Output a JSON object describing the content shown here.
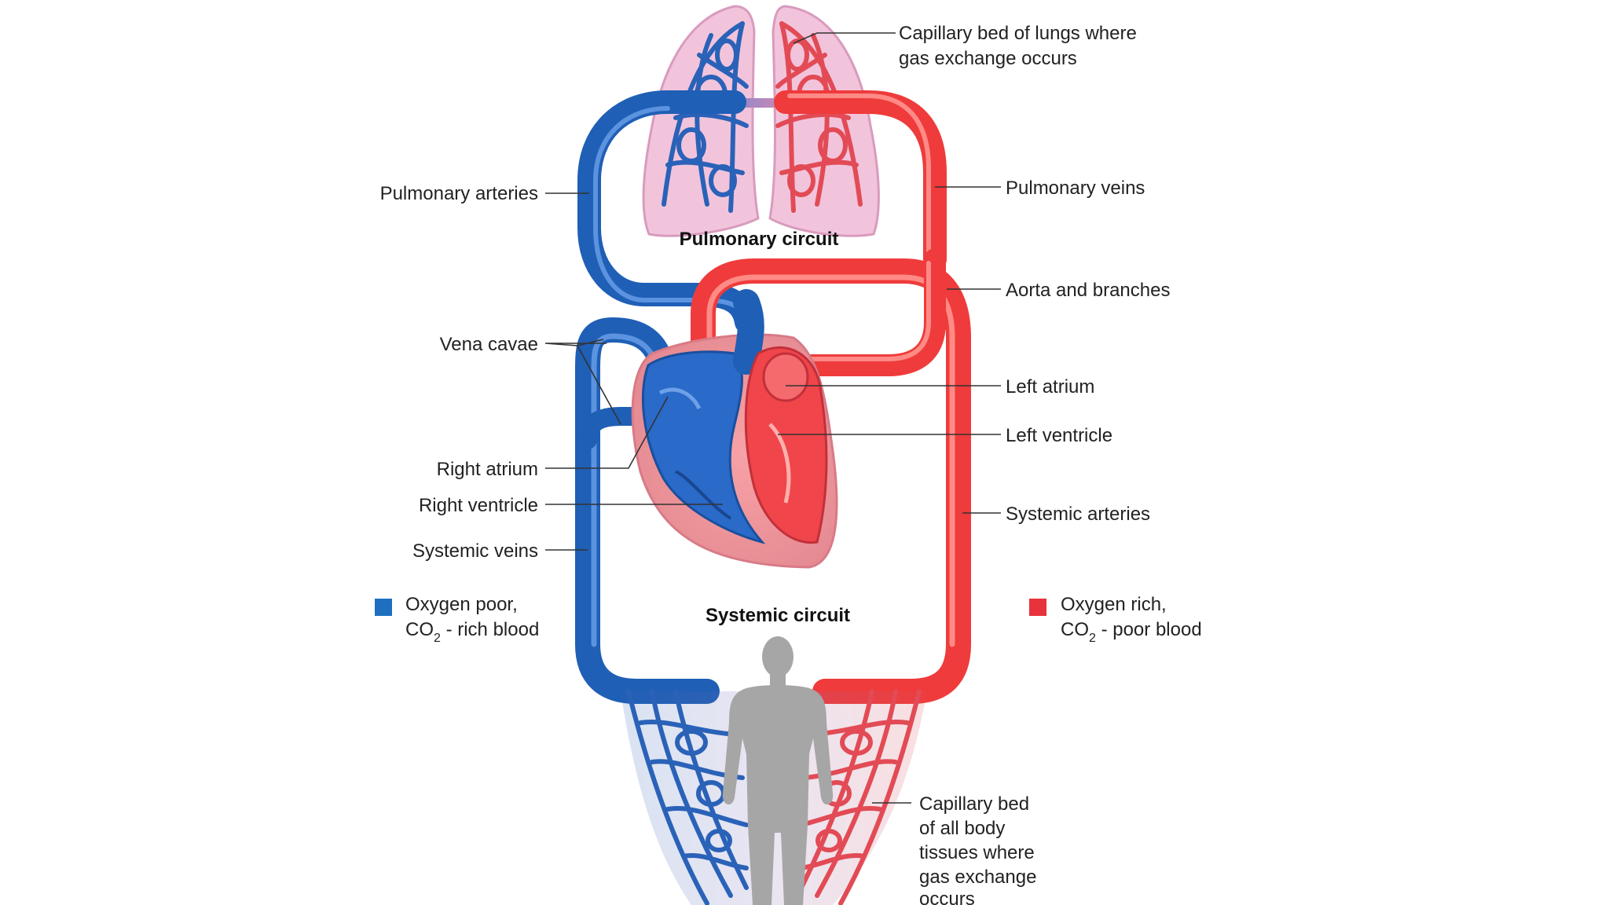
{
  "labels": {
    "capillary_lungs_1": "Capillary bed of lungs where",
    "capillary_lungs_2": "gas exchange occurs",
    "pulmonary_arteries": "Pulmonary arteries",
    "pulmonary_veins": "Pulmonary veins",
    "pulmonary_circuit": "Pulmonary circuit",
    "aorta": "Aorta and branches",
    "vena_cavae": "Vena cavae",
    "left_atrium": "Left atrium",
    "left_ventricle": "Left ventricle",
    "right_atrium": "Right atrium",
    "right_ventricle": "Right ventricle",
    "systemic_arteries": "Systemic arteries",
    "systemic_veins": "Systemic veins",
    "systemic_circuit": "Systemic circuit",
    "capillary_body_1": "Capillary bed",
    "capillary_body_2": "of all body",
    "capillary_body_3": "tissues where",
    "capillary_body_4": "gas exchange",
    "capillary_body_5": "occurs"
  },
  "legend": {
    "poor": {
      "line1": "Oxygen poor,",
      "co2": "CO",
      "sub": "2",
      "rest": " - rich blood",
      "color": "#1e6fbf"
    },
    "rich": {
      "line1": "Oxygen rich,",
      "co2": "CO",
      "sub": "2",
      "rest": " - poor blood",
      "color": "#e8323c"
    }
  },
  "colors": {
    "oxygen_poor": "#1f5fb5",
    "oxygen_rich": "#ef3b3b",
    "lung_tissue": "#f3c6dc",
    "body_silhouette": "#a6a6a6"
  }
}
